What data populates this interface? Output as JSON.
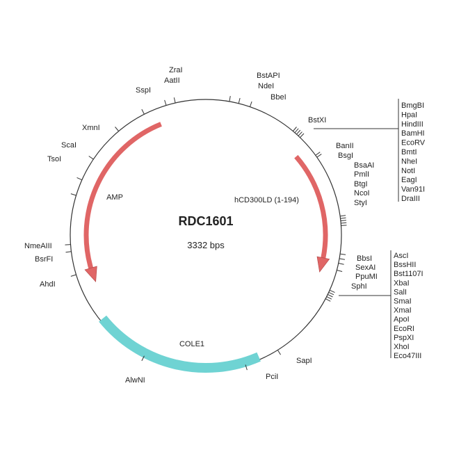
{
  "plasmid": {
    "name": "RDC1601",
    "size_label": "3332 bps"
  },
  "features": {
    "amp": "AMP",
    "insert": "hCD300LD (1-194)",
    "ori": "COLE1"
  },
  "colors": {
    "arrow": "#e06666",
    "ori": "#6fd3d3",
    "line": "#333333"
  },
  "sites": {
    "zrai": "ZraI",
    "aatii": "AatII",
    "sspi": "SspI",
    "xmni": "XmnI",
    "scai": "ScaI",
    "tsoi": "TsoI",
    "nmeaiii": "NmeAIII",
    "bsrfi": "BsrFI",
    "ahdi": "AhdI",
    "alwni": "AlwNI",
    "pcii": "PciI",
    "sapi": "SapI",
    "bstapi": "BstAPI",
    "ndei": "NdeI",
    "bbei": "BbeI",
    "bstxi": "BstXI",
    "banii": "BanII",
    "bsgi": "BsgI",
    "bsaai": "BsaAI",
    "pmli": "PmlI",
    "btgi": "BtgI",
    "ncoi": "NcoI",
    "styi": "StyI",
    "bbsi": "BbsI",
    "sexai": "SexAI",
    "ppumi": "PpuMI",
    "sphi": "SphI"
  },
  "mcs1": [
    "BmgBI",
    "HpaI",
    "HindIII",
    "BamHI",
    "EcoRV",
    "BmtI",
    "NheI",
    "NotI",
    "EagI",
    "Van91I",
    "DraIII"
  ],
  "mcs2": [
    "AscI",
    "BssHII",
    "Bst1107I",
    "XbaI",
    "SalI",
    "SmaI",
    "XmaI",
    "ApoI",
    "EcoRI",
    "PspXI",
    "XhoI",
    "Eco47III"
  ]
}
